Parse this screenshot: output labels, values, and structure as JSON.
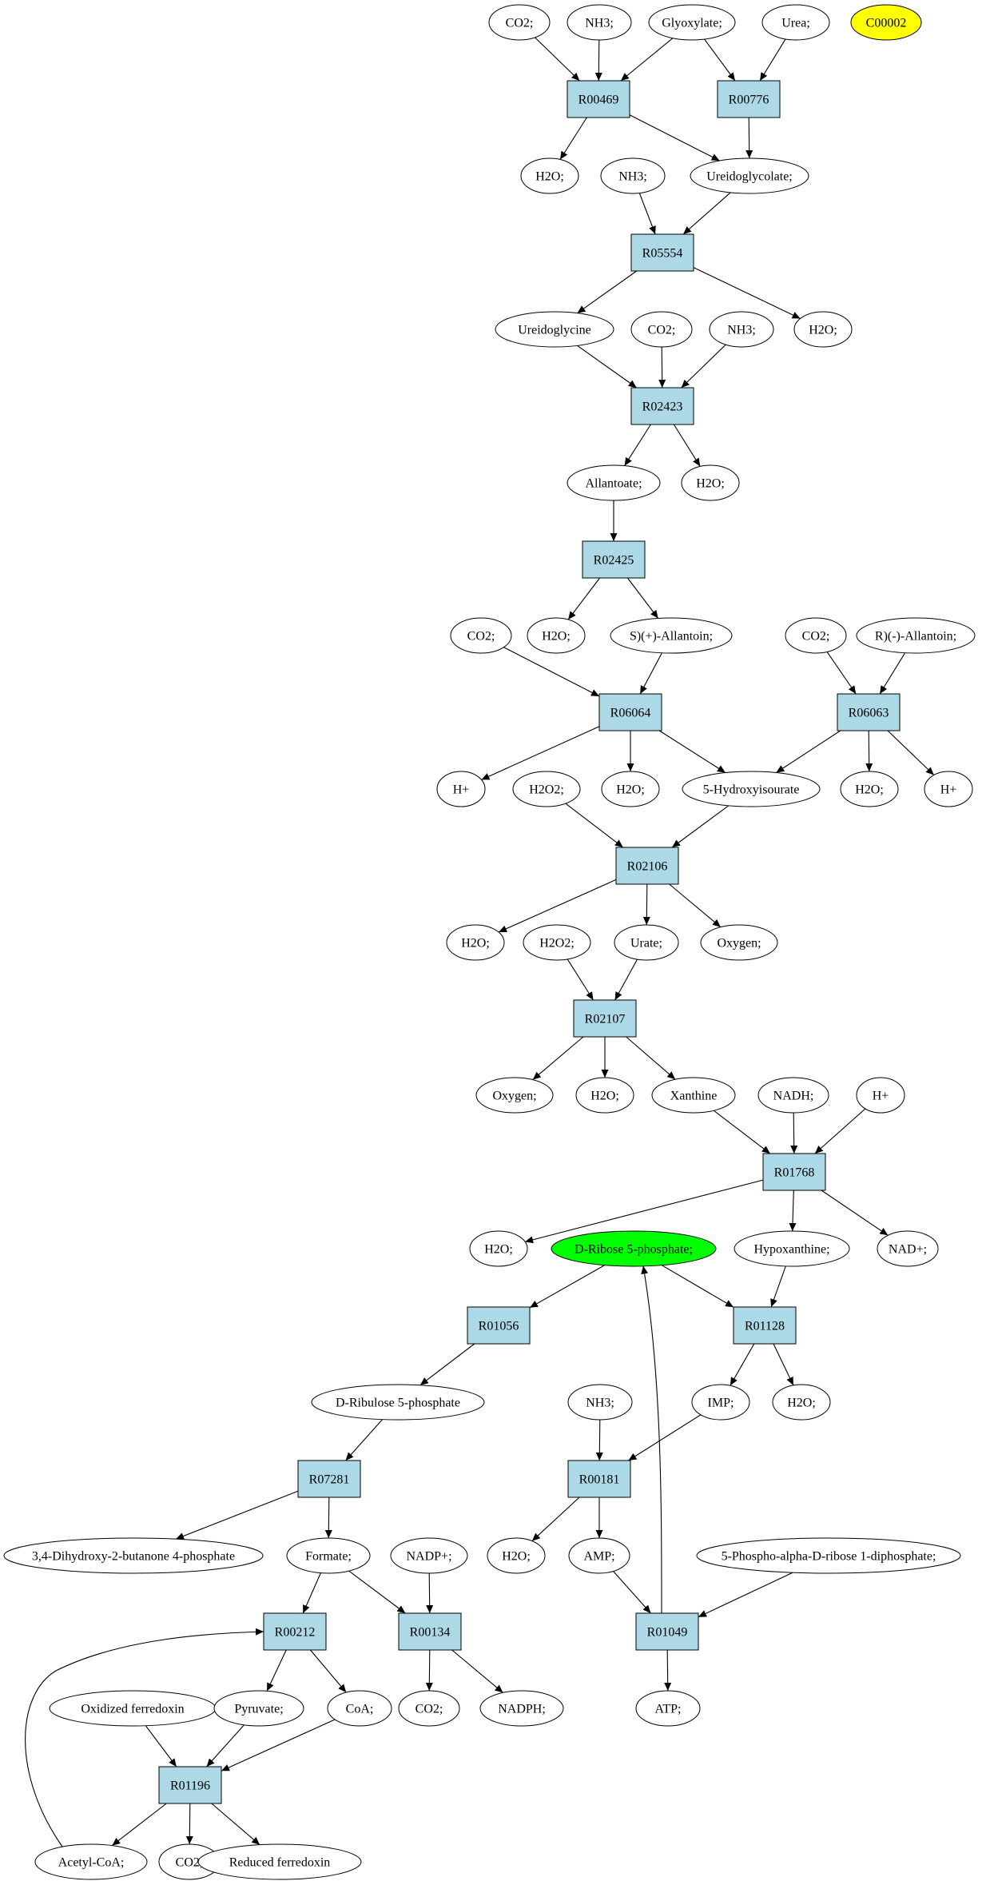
{
  "colors": {
    "reaction_fill": "#add8e6",
    "compound_fill": "#ffffff",
    "query_fill": "#ffff00",
    "target_fill": "#00ff00",
    "edge": "#000000"
  },
  "reactions": [
    {
      "id": "r_R00469",
      "label": "R00469"
    },
    {
      "id": "r_R00776",
      "label": "R00776"
    },
    {
      "id": "r_R05554",
      "label": "R05554"
    },
    {
      "id": "r_R02423",
      "label": "R02423"
    },
    {
      "id": "r_R02425",
      "label": "R02425"
    },
    {
      "id": "r_R06064",
      "label": "R06064"
    },
    {
      "id": "r_R06063",
      "label": "R06063"
    },
    {
      "id": "r_R02106",
      "label": "R02106"
    },
    {
      "id": "r_R02107",
      "label": "R02107"
    },
    {
      "id": "r_R01768",
      "label": "R01768"
    },
    {
      "id": "r_R01056",
      "label": "R01056"
    },
    {
      "id": "r_R01128",
      "label": "R01128"
    },
    {
      "id": "r_R07281",
      "label": "R07281"
    },
    {
      "id": "r_R00181",
      "label": "R00181"
    },
    {
      "id": "r_R00212",
      "label": "R00212"
    },
    {
      "id": "r_R00134",
      "label": "R00134"
    },
    {
      "id": "r_R01049",
      "label": "R01049"
    },
    {
      "id": "r_R01196",
      "label": "R01196"
    }
  ],
  "compounds": [
    {
      "id": "c_co2_1",
      "label": "CO2;"
    },
    {
      "id": "c_nh3_1",
      "label": "NH3;"
    },
    {
      "id": "c_glyoxylate",
      "label": "Glyoxylate;"
    },
    {
      "id": "c_urea",
      "label": "Urea;"
    },
    {
      "id": "c_c00002",
      "label": "C00002",
      "highlight": "query"
    },
    {
      "id": "c_h2o_1",
      "label": "H2O;"
    },
    {
      "id": "c_nh3_2",
      "label": "NH3;"
    },
    {
      "id": "c_ureidoglycolate",
      "label": "Ureidoglycolate;"
    },
    {
      "id": "c_ureidoglycine",
      "label": "Ureidoglycine"
    },
    {
      "id": "c_co2_2",
      "label": "CO2;"
    },
    {
      "id": "c_nh3_3",
      "label": "NH3;"
    },
    {
      "id": "c_h2o_2",
      "label": "H2O;"
    },
    {
      "id": "c_allantoate",
      "label": "Allantoate;"
    },
    {
      "id": "c_h2o_3",
      "label": "H2O;"
    },
    {
      "id": "c_co2_3",
      "label": "CO2;"
    },
    {
      "id": "c_h2o_4",
      "label": "H2O;"
    },
    {
      "id": "c_s_allantoin",
      "label": "S)(+)-Allantoin;"
    },
    {
      "id": "c_co2_4",
      "label": "CO2;"
    },
    {
      "id": "c_r_allantoin",
      "label": "R)(-)-Allantoin;"
    },
    {
      "id": "c_hplus_1",
      "label": "H+"
    },
    {
      "id": "c_h2o2_1",
      "label": "H2O2;"
    },
    {
      "id": "c_h2o_5",
      "label": "H2O;"
    },
    {
      "id": "c_5hiu",
      "label": "5-Hydroxyisourate"
    },
    {
      "id": "c_h2o_6",
      "label": "H2O;"
    },
    {
      "id": "c_hplus_2",
      "label": "H+"
    },
    {
      "id": "c_h2o_7",
      "label": "H2O;"
    },
    {
      "id": "c_h2o2_2",
      "label": "H2O2;"
    },
    {
      "id": "c_urate",
      "label": "Urate;"
    },
    {
      "id": "c_oxygen_1",
      "label": "Oxygen;"
    },
    {
      "id": "c_oxygen_2",
      "label": "Oxygen;"
    },
    {
      "id": "c_h2o_8",
      "label": "H2O;"
    },
    {
      "id": "c_xanthine",
      "label": "Xanthine"
    },
    {
      "id": "c_nadh",
      "label": "NADH;"
    },
    {
      "id": "c_hplus_3",
      "label": "H+"
    },
    {
      "id": "c_h2o_9",
      "label": "H2O;"
    },
    {
      "id": "c_dr5p",
      "label": "D-Ribose 5-phosphate;",
      "highlight": "target"
    },
    {
      "id": "c_hypoxanthine",
      "label": "Hypoxanthine;"
    },
    {
      "id": "c_nadplus",
      "label": "NAD+;"
    },
    {
      "id": "c_dribulose5p",
      "label": "D-Ribulose 5-phosphate"
    },
    {
      "id": "c_nh3_4",
      "label": "NH3;"
    },
    {
      "id": "c_imp",
      "label": "IMP;"
    },
    {
      "id": "c_h2o_10",
      "label": "H2O;"
    },
    {
      "id": "c_dhbp",
      "label": "3,4-Dihydroxy-2-butanone 4-phosphate"
    },
    {
      "id": "c_formate",
      "label": "Formate;"
    },
    {
      "id": "c_nadpplus",
      "label": "NADP+;"
    },
    {
      "id": "c_h2o_11",
      "label": "H2O;"
    },
    {
      "id": "c_amp",
      "label": "AMP;"
    },
    {
      "id": "c_prpp",
      "label": "5-Phospho-alpha-D-ribose 1-diphosphate;"
    },
    {
      "id": "c_atp",
      "label": "ATP;"
    },
    {
      "id": "c_oxfd",
      "label": "Oxidized ferredoxin"
    },
    {
      "id": "c_pyruvate",
      "label": "Pyruvate;"
    },
    {
      "id": "c_coa",
      "label": "CoA;"
    },
    {
      "id": "c_co2_5",
      "label": "CO2;"
    },
    {
      "id": "c_nadph",
      "label": "NADPH;"
    },
    {
      "id": "c_acetylcoa",
      "label": "Acetyl-CoA;"
    },
    {
      "id": "c_co2_6",
      "label": "CO2;"
    },
    {
      "id": "c_redfd",
      "label": "Reduced ferredoxin"
    }
  ],
  "edges": [
    {
      "from": "c_co2_1",
      "to": "r_R00469"
    },
    {
      "from": "c_nh3_1",
      "to": "r_R00469"
    },
    {
      "from": "c_glyoxylate",
      "to": "r_R00469"
    },
    {
      "from": "c_glyoxylate",
      "to": "r_R00776"
    },
    {
      "from": "c_urea",
      "to": "r_R00776"
    },
    {
      "from": "r_R00469",
      "to": "c_h2o_1"
    },
    {
      "from": "r_R00469",
      "to": "c_ureidoglycolate"
    },
    {
      "from": "r_R00776",
      "to": "c_ureidoglycolate"
    },
    {
      "from": "c_nh3_2",
      "to": "r_R05554"
    },
    {
      "from": "c_ureidoglycolate",
      "to": "r_R05554"
    },
    {
      "from": "r_R05554",
      "to": "c_ureidoglycine"
    },
    {
      "from": "r_R05554",
      "to": "c_h2o_2"
    },
    {
      "from": "c_ureidoglycine",
      "to": "r_R02423"
    },
    {
      "from": "c_co2_2",
      "to": "r_R02423"
    },
    {
      "from": "c_nh3_3",
      "to": "r_R02423"
    },
    {
      "from": "r_R02423",
      "to": "c_allantoate"
    },
    {
      "from": "r_R02423",
      "to": "c_h2o_3"
    },
    {
      "from": "c_allantoate",
      "to": "r_R02425"
    },
    {
      "from": "r_R02425",
      "to": "c_h2o_4"
    },
    {
      "from": "r_R02425",
      "to": "c_s_allantoin"
    },
    {
      "from": "c_co2_3",
      "to": "r_R06064"
    },
    {
      "from": "c_s_allantoin",
      "to": "r_R06064"
    },
    {
      "from": "c_co2_4",
      "to": "r_R06063"
    },
    {
      "from": "c_r_allantoin",
      "to": "r_R06063"
    },
    {
      "from": "r_R06064",
      "to": "c_hplus_1"
    },
    {
      "from": "r_R06064",
      "to": "c_h2o_5"
    },
    {
      "from": "r_R06064",
      "to": "c_5hiu"
    },
    {
      "from": "r_R06063",
      "to": "c_5hiu"
    },
    {
      "from": "r_R06063",
      "to": "c_h2o_6"
    },
    {
      "from": "r_R06063",
      "to": "c_hplus_2"
    },
    {
      "from": "c_h2o2_1",
      "to": "r_R02106"
    },
    {
      "from": "c_5hiu",
      "to": "r_R02106"
    },
    {
      "from": "r_R02106",
      "to": "c_h2o_7"
    },
    {
      "from": "r_R02106",
      "to": "c_urate"
    },
    {
      "from": "r_R02106",
      "to": "c_oxygen_1"
    },
    {
      "from": "c_h2o2_2",
      "to": "r_R02107"
    },
    {
      "from": "c_urate",
      "to": "r_R02107"
    },
    {
      "from": "r_R02107",
      "to": "c_oxygen_2"
    },
    {
      "from": "r_R02107",
      "to": "c_h2o_8"
    },
    {
      "from": "r_R02107",
      "to": "c_xanthine"
    },
    {
      "from": "c_xanthine",
      "to": "r_R01768"
    },
    {
      "from": "c_nadh",
      "to": "r_R01768"
    },
    {
      "from": "c_hplus_3",
      "to": "r_R01768"
    },
    {
      "from": "r_R01768",
      "to": "c_h2o_9"
    },
    {
      "from": "r_R01768",
      "to": "c_hypoxanthine"
    },
    {
      "from": "r_R01768",
      "to": "c_nadplus"
    },
    {
      "from": "c_dr5p",
      "to": "r_R01056"
    },
    {
      "from": "c_dr5p",
      "to": "r_R01128"
    },
    {
      "from": "c_hypoxanthine",
      "to": "r_R01128"
    },
    {
      "from": "r_R01056",
      "to": "c_dribulose5p"
    },
    {
      "from": "r_R01128",
      "to": "c_imp"
    },
    {
      "from": "r_R01128",
      "to": "c_h2o_10"
    },
    {
      "from": "c_dribulose5p",
      "to": "r_R07281"
    },
    {
      "from": "c_nh3_4",
      "to": "r_R00181"
    },
    {
      "from": "c_imp",
      "to": "r_R00181"
    },
    {
      "from": "r_R07281",
      "to": "c_dhbp"
    },
    {
      "from": "r_R07281",
      "to": "c_formate"
    },
    {
      "from": "r_R00181",
      "to": "c_h2o_11"
    },
    {
      "from": "r_R00181",
      "to": "c_amp"
    },
    {
      "from": "c_formate",
      "to": "r_R00212"
    },
    {
      "from": "c_formate",
      "to": "r_R00134"
    },
    {
      "from": "c_nadpplus",
      "to": "r_R00134"
    },
    {
      "from": "c_amp",
      "to": "r_R01049"
    },
    {
      "from": "c_prpp",
      "to": "r_R01049"
    },
    {
      "from": "r_R01049",
      "to": "c_atp"
    },
    {
      "from": "r_R01049",
      "to": "c_dr5p"
    },
    {
      "from": "r_R00212",
      "to": "c_pyruvate"
    },
    {
      "from": "r_R00212",
      "to": "c_coa"
    },
    {
      "from": "r_R00134",
      "to": "c_co2_5"
    },
    {
      "from": "r_R00134",
      "to": "c_nadph"
    },
    {
      "from": "c_oxfd",
      "to": "r_R01196"
    },
    {
      "from": "c_pyruvate",
      "to": "r_R01196"
    },
    {
      "from": "c_coa",
      "to": "r_R01196"
    },
    {
      "from": "r_R01196",
      "to": "c_acetylcoa"
    },
    {
      "from": "r_R01196",
      "to": "c_co2_6"
    },
    {
      "from": "r_R01196",
      "to": "c_redfd"
    },
    {
      "from": "c_acetylcoa",
      "to": "r_R00212"
    }
  ]
}
